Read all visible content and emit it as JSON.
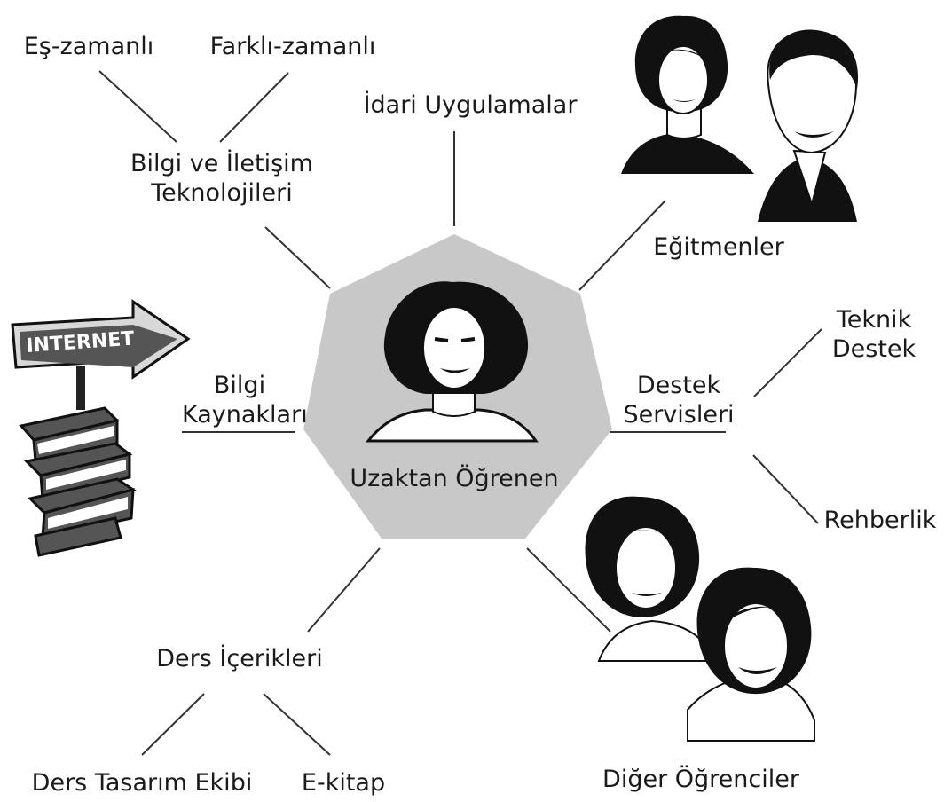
{
  "center": {
    "label": "Uzaktan Öğrenen"
  },
  "nodes": {
    "bit": {
      "lines": [
        "Bilgi ve İletişim",
        "Teknolojileri"
      ]
    },
    "es_zamanli": {
      "label": "Eş-zamanlı"
    },
    "farkli_zamanli": {
      "label": "Farklı-zamanlı"
    },
    "idari": {
      "label": "İdari Uygulamalar"
    },
    "egitmenler": {
      "label": "Eğitmenler"
    },
    "destek": {
      "lines": [
        "Destek",
        "Servisleri"
      ]
    },
    "teknik_destek": {
      "lines": [
        "Teknik",
        "Destek"
      ]
    },
    "rehberlik": {
      "label": "Rehberlik"
    },
    "bilgi_kaynaklari": {
      "lines": [
        "Bilgi",
        "Kaynakları"
      ]
    },
    "ders_icerikleri": {
      "label": "Ders İçerikleri"
    },
    "ders_tasarim": {
      "label": "Ders Tasarım Ekibi"
    },
    "ekitap": {
      "label": "E-kitap"
    },
    "diger": {
      "label": "Diğer Öğrenciler"
    }
  },
  "sign": {
    "text": "INTERNET"
  },
  "colors": {
    "heptagon": "#c8c8c8",
    "line": "#333333",
    "ink": "#111111"
  },
  "icons": [
    "learner-portrait-icon",
    "instructors-icon",
    "internet-books-icon",
    "students-icon"
  ]
}
